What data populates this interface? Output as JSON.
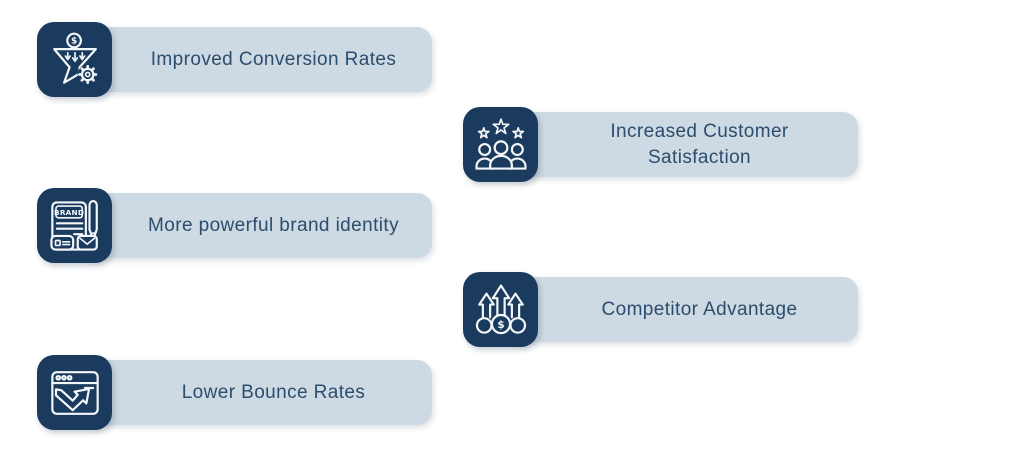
{
  "page": {
    "background": "#ffffff"
  },
  "colors": {
    "icon_background": "#1a3a5e",
    "pill_background": "#cdd9e3",
    "label_text": "#2c4d6d",
    "icon_stroke": "#f4f7fa"
  },
  "items": [
    {
      "label": "Improved Conversion Rates",
      "icon": "sales-funnel-icon"
    },
    {
      "label": "Increased Customer\nSatisfaction",
      "icon": "customer-satisfaction-icon"
    },
    {
      "label": "More powerful brand identity",
      "icon": "brand-identity-icon"
    },
    {
      "label": "Competitor Advantage",
      "icon": "competitor-growth-icon"
    },
    {
      "label": "Lower Bounce Rates",
      "icon": "bounce-rate-icon"
    }
  ],
  "icon_text": {
    "funnel_coin": "$",
    "brand_doc": "BRAND",
    "growth_coin": "$"
  }
}
